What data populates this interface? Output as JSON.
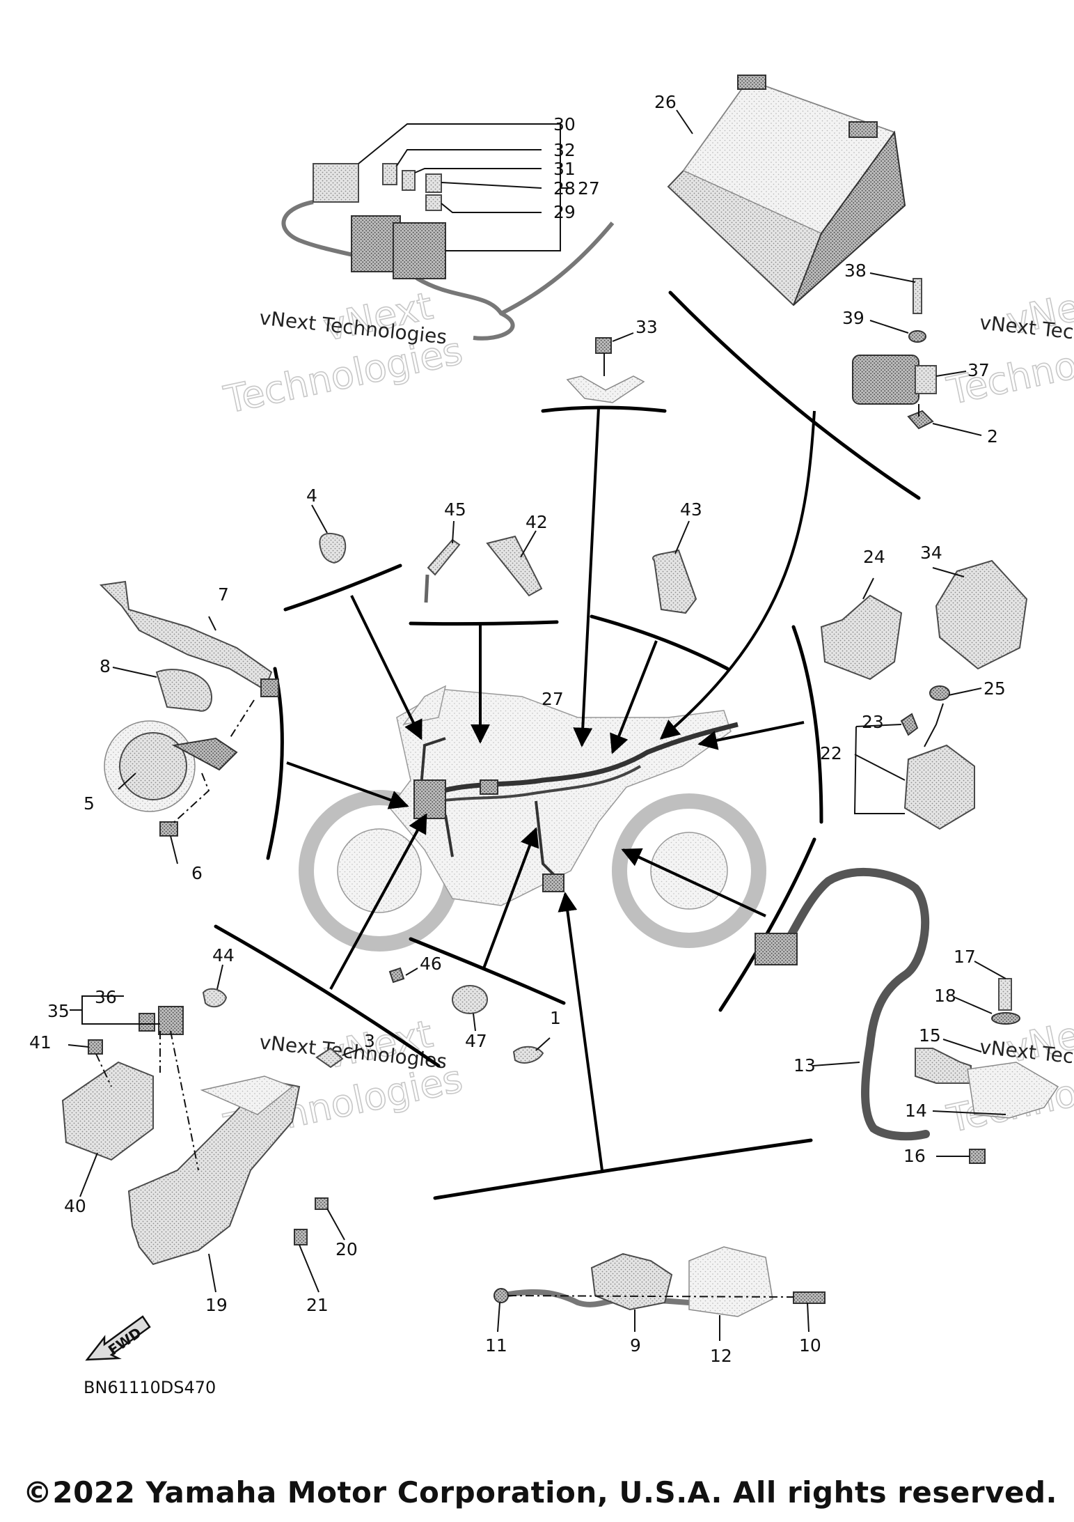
{
  "diagram": {
    "code": "BN61110DS470",
    "fwd_label": "FWD",
    "callouts": {
      "c1": "1",
      "c2": "2",
      "c3": "3",
      "c4": "4",
      "c5": "5",
      "c6": "6",
      "c7": "7",
      "c8": "8",
      "c9": "9",
      "c10": "10",
      "c11": "11",
      "c12": "12",
      "c13": "13",
      "c14": "14",
      "c15": "15",
      "c16": "16",
      "c17": "17",
      "c18": "18",
      "c19": "19",
      "c20": "20",
      "c21": "21",
      "c22": "22",
      "c23": "23",
      "c24": "24",
      "c25": "25",
      "c26": "26",
      "c27a": "27",
      "c27b": "27",
      "c28": "28",
      "c29": "29",
      "c30": "30",
      "c31": "31",
      "c32": "32",
      "c33": "33",
      "c34": "34",
      "c35": "35",
      "c36": "36",
      "c37": "37",
      "c38": "38",
      "c39": "39",
      "c40": "40",
      "c41": "41",
      "c42": "42",
      "c43": "43",
      "c44": "44",
      "c45": "45",
      "c46": "46",
      "c47": "47"
    }
  },
  "watermark": {
    "line1": "vNext",
    "line2": "Technologies",
    "caption": "vNext Technologies"
  },
  "footer": {
    "copyright": "©2022 Yamaha Motor Corporation, U.S.A. All rights reserved."
  }
}
